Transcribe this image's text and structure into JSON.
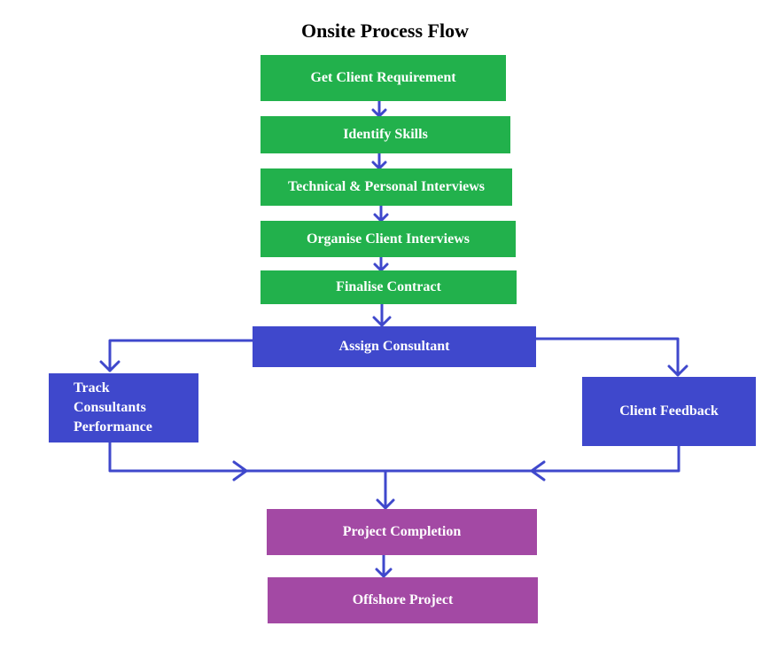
{
  "diagram": {
    "title": "Onsite Process Flow",
    "colors": {
      "green": "#22b14c",
      "blue": "#3f48cc",
      "purple": "#a349a4",
      "connector": "#3f48cc"
    },
    "nodes": {
      "get_client_requirement": "Get Client Requirement",
      "identify_skills": "Identify Skills",
      "interviews": "Technical & Personal Interviews",
      "organise_client_interviews": "Organise Client Interviews",
      "finalise_contract": "Finalise Contract",
      "assign_consultant": "Assign Consultant",
      "track_performance": "Track\nConsultants\nPerformance",
      "client_feedback": "Client Feedback",
      "project_completion": "Project Completion",
      "offshore_project": "Offshore Project"
    },
    "edges": [
      {
        "from": "Get Client Requirement",
        "to": "Identify Skills"
      },
      {
        "from": "Identify Skills",
        "to": "Technical & Personal Interviews"
      },
      {
        "from": "Technical & Personal Interviews",
        "to": "Organise Client Interviews"
      },
      {
        "from": "Organise Client Interviews",
        "to": "Finalise Contract"
      },
      {
        "from": "Finalise Contract",
        "to": "Assign Consultant"
      },
      {
        "from": "Assign Consultant",
        "to": "Track\nConsultants\nPerformance"
      },
      {
        "from": "Assign Consultant",
        "to": "Client Feedback"
      },
      {
        "from": "Track\nConsultants\nPerformance",
        "to": "Project Completion"
      },
      {
        "from": "Client Feedback",
        "to": "Project Completion"
      },
      {
        "from": "Project Completion",
        "to": "Offshore Project"
      }
    ]
  }
}
